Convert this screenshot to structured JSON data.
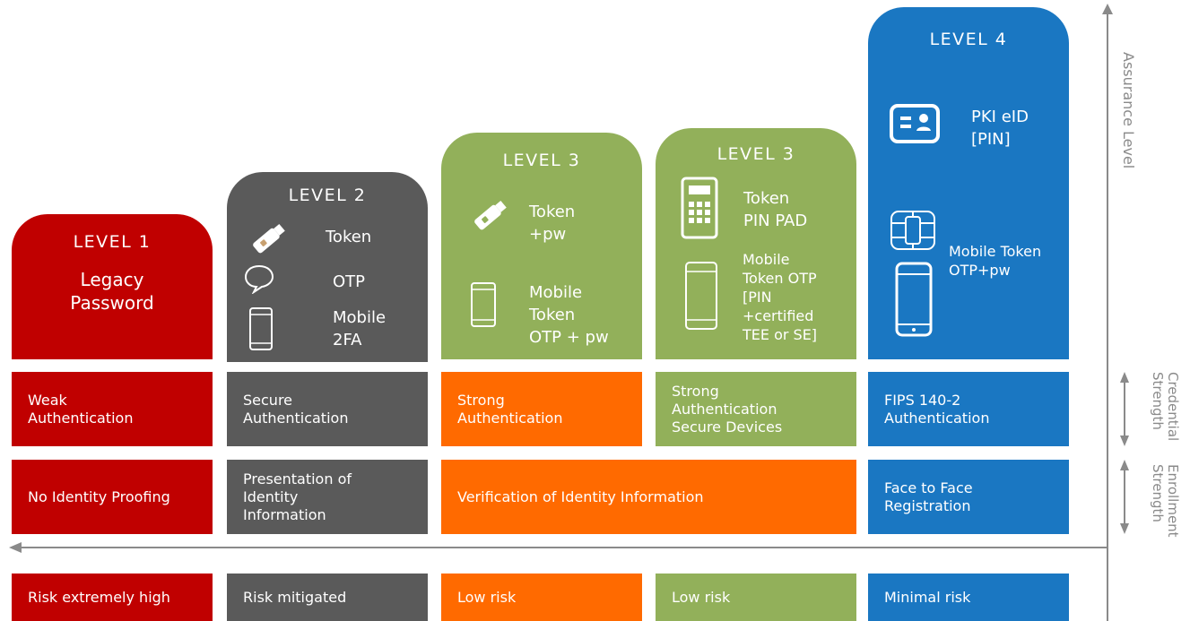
{
  "colors": {
    "red": "#c00000",
    "gray": "#5a5a5a",
    "green": "#92b05a",
    "orange": "#ff6a00",
    "blue": "#1a77c2",
    "axis": "#8a8a8a"
  },
  "levels": [
    {
      "title": "LEVEL 1",
      "items": [
        {
          "text": "Legacy\nPassword"
        }
      ]
    },
    {
      "title": "LEVEL 2",
      "items": [
        {
          "icon": "usb-token-icon",
          "text": "Token"
        },
        {
          "icon": "speech-bubble-icon",
          "text": "OTP"
        },
        {
          "icon": "mobile-phone-icon",
          "text": "Mobile\n2FA"
        }
      ]
    },
    {
      "title": "LEVEL 3",
      "items": [
        {
          "icon": "usb-token-icon",
          "text": "Token\n+pw"
        },
        {
          "icon": "mobile-phone-icon",
          "text": "Mobile\nToken\nOTP + pw"
        }
      ]
    },
    {
      "title": "LEVEL 3",
      "items": [
        {
          "icon": "pin-pad-icon",
          "text": "Token\nPIN PAD"
        },
        {
          "icon": "mobile-phone-icon",
          "text": "Mobile\nToken OTP\n[PIN\n+certified\nTEE or SE]"
        }
      ]
    },
    {
      "title": "LEVEL 4",
      "items": [
        {
          "icon": "id-card-icon",
          "text": "PKI eID\n[PIN]"
        },
        {
          "icon": "smart-chip-icon",
          "text": "Mobile Token\nOTP+pw"
        },
        {
          "icon": "mobile-phone-icon",
          "text": ""
        }
      ]
    }
  ],
  "credential_strength": [
    "Weak\nAuthentication",
    "Secure\nAuthentication",
    "Strong\nAuthentication",
    "Strong\nAuthentication\nSecure Devices",
    "FIPS 140-2\nAuthentication"
  ],
  "enrollment_strength": [
    "No Identity Proofing",
    "Presentation of\nIdentity\nInformation",
    "Verification of Identity Information",
    "Face to Face\nRegistration"
  ],
  "risk": [
    "Risk extremely high",
    "Risk mitigated",
    "Low risk",
    "Low risk",
    "Minimal risk"
  ],
  "axis_labels": {
    "assurance": "Assurance Level",
    "credential": "Credential\nStrength",
    "enrollment": "Enrollment\nStrength"
  }
}
